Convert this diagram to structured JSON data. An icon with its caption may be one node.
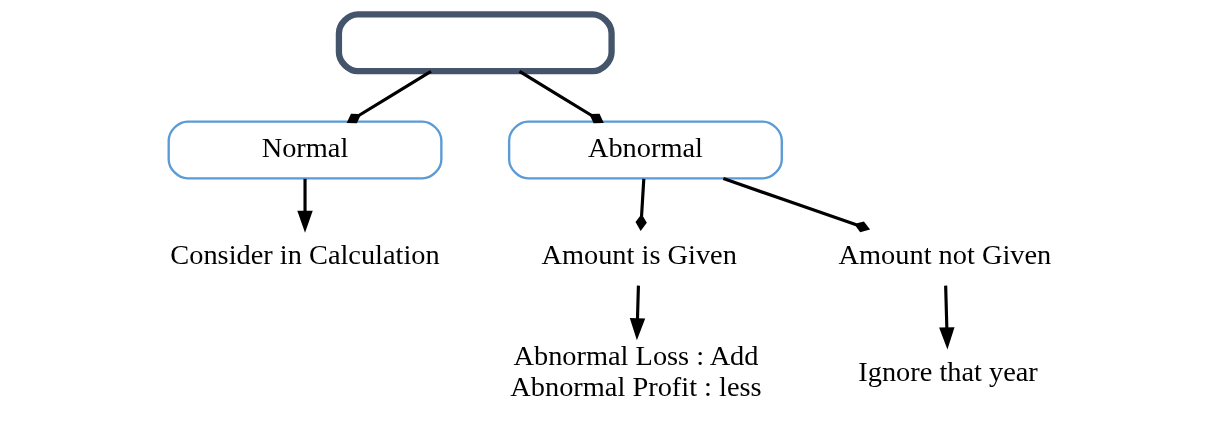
{
  "diagram": {
    "nodes": [
      {
        "text": [],
        "shape": "box"
      },
      {
        "text": [
          "Normal"
        ]
      },
      {
        "text": [
          "Abnormal"
        ]
      },
      {
        "text": [
          "Consider in Calculation"
        ]
      },
      {
        "text": [
          "Amount is Given"
        ]
      },
      {
        "text": [
          "Amount not Given"
        ]
      },
      {
        "text": [
          "Abnormal Loss : Add",
          "Abnormal Profit : less"
        ]
      },
      {
        "text": [
          "Ignore that year"
        ]
      }
    ],
    "edges": [
      {
        "from": 0,
        "to": 1,
        "arrow": "other"
      },
      {
        "from": 0,
        "to": 2,
        "arrow": "other"
      },
      {
        "from": 1,
        "to": 3,
        "arrow": "to"
      },
      {
        "from": 2,
        "to": 4,
        "arrow": "other"
      },
      {
        "from": 2,
        "to": 5,
        "arrow": "other"
      },
      {
        "from": 4,
        "to": 6,
        "arrow": "to"
      },
      {
        "from": 5,
        "to": 7,
        "arrow": "to"
      }
    ]
  }
}
